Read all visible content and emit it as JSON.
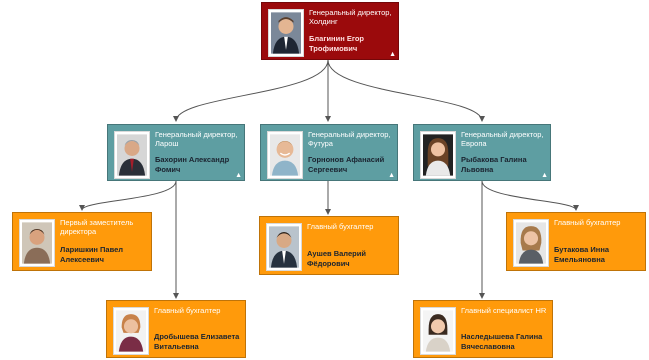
{
  "colors": {
    "root": "#9b0a0c",
    "division": "#5e9ea2",
    "staff": "#ff9a0b",
    "connector": "#555555"
  },
  "nodes": {
    "root": {
      "position": "Генеральный директор, Холдинг",
      "name": "Благинин Егор Трофимович",
      "collapse_icon": "double-chevron-up-icon"
    },
    "larosh": {
      "position": "Генеральный директор, Ларош",
      "name": "Бахорин Александр Фомич",
      "collapse_icon": "double-chevron-up-icon"
    },
    "futura": {
      "position": "Генеральный директор, Футура",
      "name": "Горнонов Афанасий Сергеевич",
      "collapse_icon": "double-chevron-up-icon"
    },
    "europe": {
      "position": "Генеральный директор, Европа",
      "name": "Рыбакова Галина Львовна",
      "collapse_icon": "double-chevron-up-icon"
    },
    "larosh_deputy": {
      "position": "Первый заместитель директора",
      "name": "Ларишкин Павел Алексеевич"
    },
    "larosh_accountant": {
      "position": "Главный бухгалтер",
      "name": "Дробышева Елизавета Витальевна"
    },
    "futura_accountant": {
      "position": "Главный бухгалтер",
      "name": "Аушев Валерий Фёдорович"
    },
    "europe_accountant": {
      "position": "Главный бухгалтер",
      "name": "Бутакова Инна Емельяновна"
    },
    "europe_hr": {
      "position": "Главный специалист HR",
      "name": "Наследышева Галина Вячеславовна"
    }
  }
}
